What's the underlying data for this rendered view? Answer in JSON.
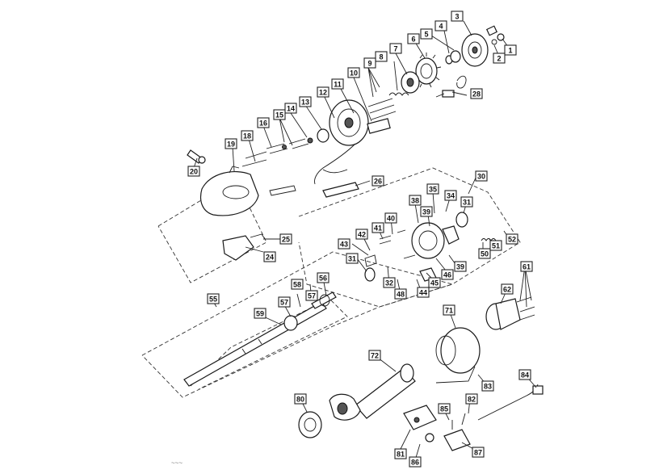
{
  "diagram": {
    "callouts": [
      "1",
      "2",
      "3",
      "4",
      "5",
      "6",
      "7",
      "8",
      "9",
      "10",
      "11",
      "12",
      "13",
      "14",
      "15",
      "16",
      "18",
      "19",
      "20",
      "24",
      "25",
      "26",
      "28",
      "30",
      "31",
      "31",
      "32",
      "34",
      "35",
      "38",
      "39",
      "39",
      "40",
      "41",
      "42",
      "43",
      "44",
      "45",
      "46",
      "48",
      "50",
      "51",
      "52",
      "55",
      "56",
      "57",
      "57",
      "58",
      "59",
      "61",
      "62",
      "71",
      "72",
      "80",
      "81",
      "82",
      "83",
      "84",
      "85",
      "86",
      "87"
    ],
    "corner_mark": "~~~"
  }
}
